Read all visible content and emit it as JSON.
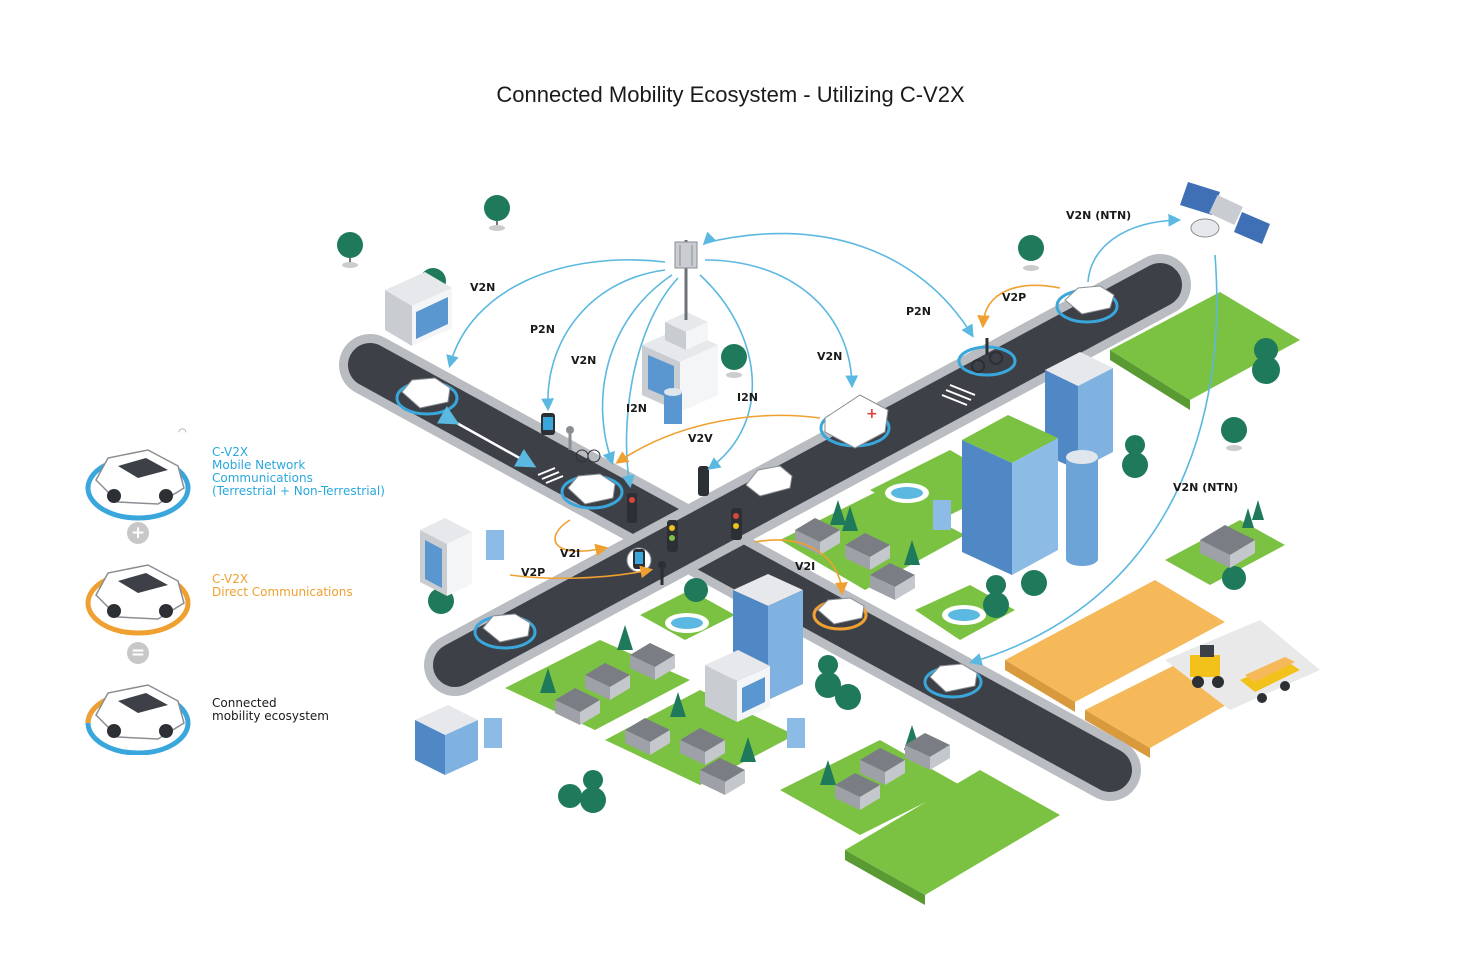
{
  "title": "Connected Mobility Ecosystem - Utilizing C-V2X",
  "legend": {
    "items": [
      {
        "lines": [
          "C-V2X",
          "Mobile Network",
          "Communications",
          "(Terrestrial + Non-Terrestrial)"
        ],
        "ring": "blue"
      },
      {
        "lines": [
          "C-V2X",
          "Direct Communications"
        ],
        "ring": "orange"
      },
      {
        "lines": [
          "Connected",
          "mobility ecosystem"
        ],
        "ring": "both"
      }
    ],
    "operators": [
      "+",
      "="
    ]
  },
  "labels": {
    "v2n_left": "V2N",
    "p2n_left": "P2N",
    "v2n_center": "V2N",
    "i2n_left": "I2N",
    "i2n_right": "I2N",
    "v2v": "V2V",
    "v2n_right": "V2N",
    "p2n_right": "P2N",
    "v2p_top": "V2P",
    "v2n_ntn_top": "V2N (NTN)",
    "v2n_ntn_right": "V2N (NTN)",
    "v2i_left": "V2I",
    "v2p_left": "V2P",
    "v2i_right": "V2I"
  },
  "colors": {
    "network_link": "#5bb8e0",
    "direct_link": "#f0a030",
    "road": "#3d4147",
    "road_edge": "#b9bcc0",
    "grass": "#7cc242",
    "field": "#f5b95a",
    "tree": "#1e7a5a",
    "building_blue": "#5a96cf"
  }
}
